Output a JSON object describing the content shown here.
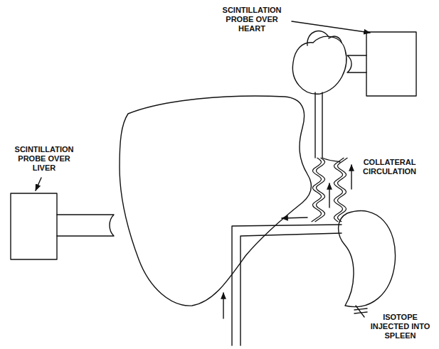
{
  "diagram": {
    "labels": [
      "SCINTILLATION PROBE OVER HEART",
      "SCINTILLATION PROBE OVER LIVER",
      "COLLATERAL CIRCULATION",
      "ISOTOPE INJECTED INTO SPLEEN"
    ]
  }
}
